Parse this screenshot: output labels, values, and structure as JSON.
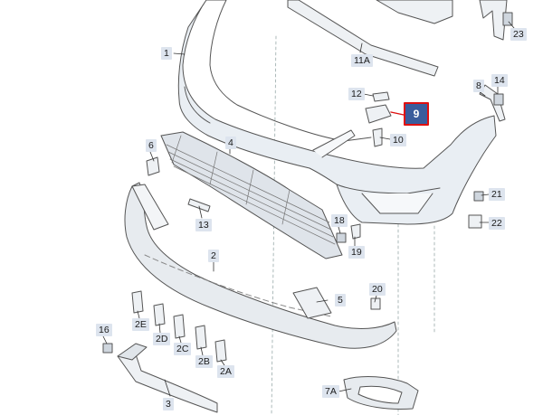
{
  "diagram": {
    "highlight_color": "#e01010",
    "labels": {
      "p1": "1",
      "p2": "2",
      "p2a": "2A",
      "p2b": "2B",
      "p2c": "2C",
      "p2d": "2D",
      "p2e": "2E",
      "p3": "3",
      "p4": "4",
      "p5": "5",
      "p6": "6",
      "p7a": "7A",
      "p8": "8",
      "p9": "9",
      "p10": "10",
      "p11a": "11A",
      "p12": "12",
      "p13": "13",
      "p14": "14",
      "p16": "16",
      "p18": "18",
      "p19": "19",
      "p20": "20",
      "p21": "21",
      "p22": "22",
      "p23": "23"
    }
  }
}
